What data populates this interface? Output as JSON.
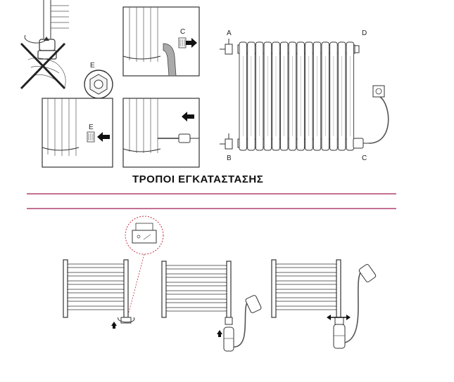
{
  "labels": {
    "A": "A",
    "B": "B",
    "C_top": "C",
    "C_right": "C",
    "D": "D",
    "E_circle": "E",
    "E_panel": "E"
  },
  "title": "ΤΡΟΠΟΙ ΕΓΚΑΤΑΣΤΑΣΗΣ",
  "colors": {
    "divider": "#b04070",
    "line": "#333333",
    "zoom_circle": "#c03040",
    "cross": "#222222"
  }
}
